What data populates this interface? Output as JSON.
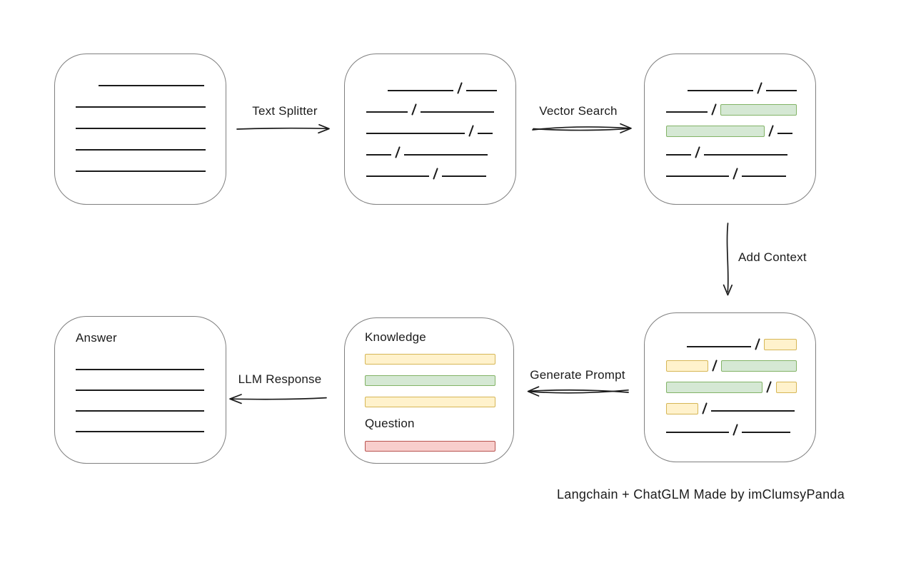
{
  "caption": "Langchain + ChatGLM Made by imClumsyPanda",
  "labels": {
    "text_splitter": "Text Splitter",
    "vector_search": "Vector Search",
    "add_context": "Add Context",
    "generate_prompt": "Generate Prompt",
    "llm_response": "LLM Response",
    "knowledge": "Knowledge",
    "question": "Question",
    "answer": "Answer"
  },
  "colors": {
    "line": "#1b1b1b",
    "box_border": "#7f7f7f",
    "green_fill": "#d5e8d4",
    "green_border": "#82b366",
    "yellow_fill": "#fff2cc",
    "yellow_border": "#d6b656",
    "red_fill": "#f8cecc",
    "red_border": "#b85450"
  },
  "nodes": {
    "document": {
      "lines": [
        {
          "ml": 32,
          "w": 148
        },
        {
          "ml": 0,
          "w": 182
        },
        {
          "ml": 0,
          "w": 182
        },
        {
          "ml": 0,
          "w": 182
        },
        {
          "ml": 0,
          "w": 182
        }
      ]
    },
    "split_chunks": {
      "rows": [
        [
          {
            "k": "sp",
            "w": 30
          },
          {
            "k": "ln",
            "w": 92
          },
          {
            "k": "sl"
          },
          {
            "k": "ln",
            "w": 43
          }
        ],
        [
          {
            "k": "ln",
            "w": 58
          },
          {
            "k": "sl"
          },
          {
            "k": "ln",
            "w": 103
          }
        ],
        [
          {
            "k": "ln",
            "w": 138
          },
          {
            "k": "sl"
          },
          {
            "k": "ln",
            "w": 21
          }
        ],
        [
          {
            "k": "ln",
            "w": 35
          },
          {
            "k": "sl"
          },
          {
            "k": "ln",
            "w": 117
          }
        ],
        [
          {
            "k": "ln",
            "w": 88
          },
          {
            "k": "sl"
          },
          {
            "k": "ln",
            "w": 62
          }
        ]
      ]
    },
    "vector_matches": {
      "rows": [
        [
          {
            "k": "sp",
            "w": 30
          },
          {
            "k": "ln",
            "w": 92
          },
          {
            "k": "sl"
          },
          {
            "k": "ln",
            "w": 43
          }
        ],
        [
          {
            "k": "ln",
            "w": 58
          },
          {
            "k": "sl"
          },
          {
            "k": "green",
            "w": 107
          }
        ],
        [
          {
            "k": "green",
            "w": 138
          },
          {
            "k": "sl"
          },
          {
            "k": "ln",
            "w": 21
          }
        ],
        [
          {
            "k": "ln",
            "w": 35
          },
          {
            "k": "sl"
          },
          {
            "k": "ln",
            "w": 117
          }
        ],
        [
          {
            "k": "ln",
            "w": 88
          },
          {
            "k": "sl"
          },
          {
            "k": "ln",
            "w": 62
          }
        ]
      ]
    },
    "context_chunks": {
      "rows": [
        [
          {
            "k": "sp",
            "w": 30
          },
          {
            "k": "ln",
            "w": 93
          },
          {
            "k": "sl"
          },
          {
            "k": "yellow",
            "w": 48
          }
        ],
        [
          {
            "k": "yellow",
            "w": 60
          },
          {
            "k": "sl"
          },
          {
            "k": "green",
            "w": 107
          }
        ],
        [
          {
            "k": "green",
            "w": 138
          },
          {
            "k": "sl"
          },
          {
            "k": "yellow",
            "w": 30
          }
        ],
        [
          {
            "k": "yellow",
            "w": 45
          },
          {
            "k": "sl"
          },
          {
            "k": "ln",
            "w": 117
          }
        ],
        [
          {
            "k": "ln",
            "w": 88
          },
          {
            "k": "sl"
          },
          {
            "k": "ln",
            "w": 68
          }
        ]
      ]
    },
    "prompt": {
      "knowledge_bars": [
        "yellow",
        "green",
        "yellow"
      ],
      "question_bars": [
        "red"
      ]
    },
    "answer": {
      "lines": [
        {
          "ml": 0,
          "w": 180
        },
        {
          "ml": 0,
          "w": 180
        },
        {
          "ml": 0,
          "w": 180
        },
        {
          "ml": 0,
          "w": 180
        }
      ]
    }
  }
}
